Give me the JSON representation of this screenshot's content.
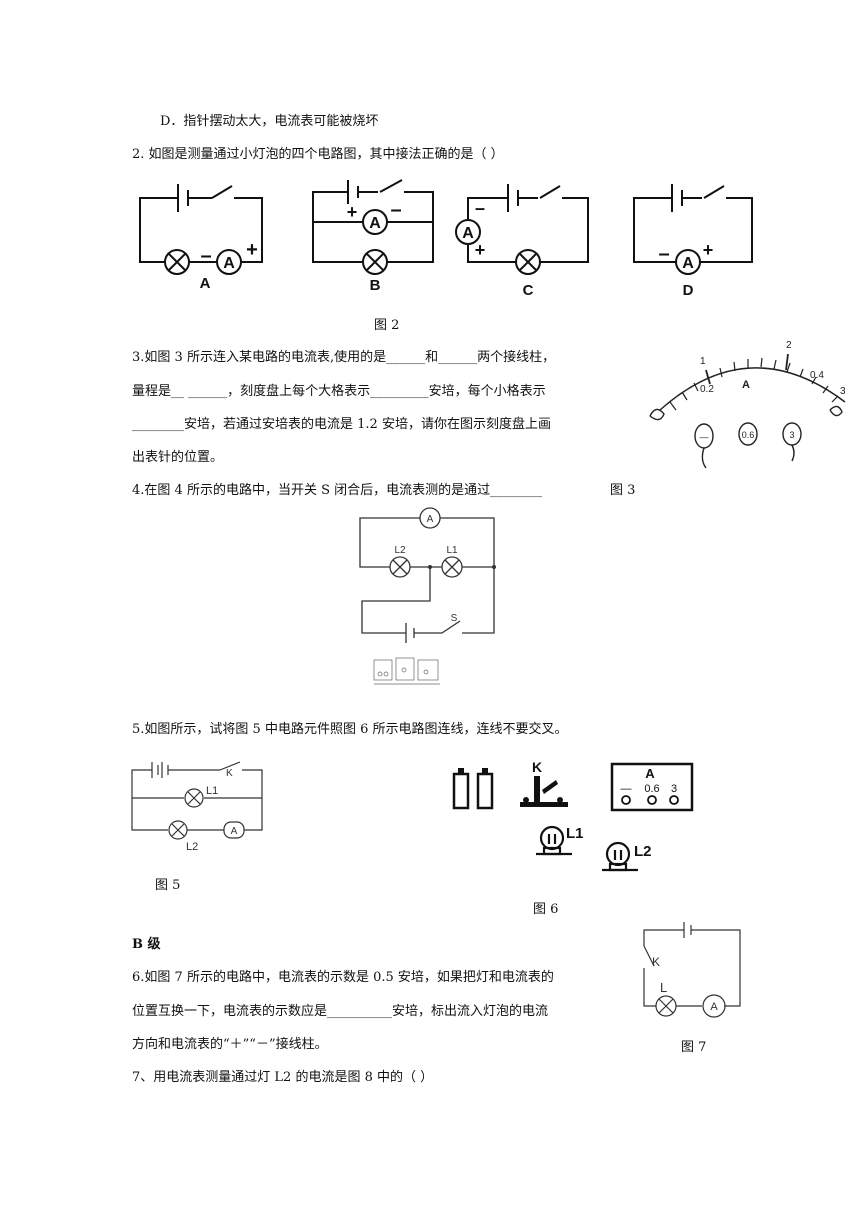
{
  "q1": {
    "option_d": "D．指针摆动太大，电流表可能被烧坏"
  },
  "q2": {
    "text": "2.  如图是测量通过小灯泡的四个电路图，其中接法正确的是（  ）",
    "labels": [
      "A",
      "B",
      "C",
      "D"
    ],
    "caption": "图 2"
  },
  "q3": {
    "line1": "3.如图 3 所示连入某电路的电流表,使用的是______和______两个接线柱，",
    "line2": "量程是__ ______，刻度盘上每个大格表示_________安培，每个小格表示",
    "line3": "________安培，若通过安培表的电流是 1.2 安培，请你在图示刻度盘上画",
    "line4": "出表针的位置。",
    "meter": {
      "unit": "A",
      "ticks": [
        "1",
        "2",
        "3"
      ],
      "minor_ticks": [
        "0.2",
        "0.4"
      ],
      "terminals": [
        "—",
        "0.6",
        "3"
      ]
    }
  },
  "q4": {
    "text": "4.在图 4 所示的电路中，当开关 S 闭合后，电流表测的是通过________",
    "fig3_caption": "图 3",
    "labels": {
      "ammeter": "A",
      "l2": "L2",
      "l1": "L1",
      "switch": "S"
    }
  },
  "q5": {
    "text": "5.如图所示，试将图 5 中电路元件照图 6 所示电路图连线，连线不要交叉。",
    "fig5_caption": "图 5",
    "fig6_caption": "图 6",
    "fig5_labels": {
      "switch": "K",
      "l1": "L1",
      "l2": "L2",
      "ammeter": "A"
    },
    "fig6_labels": {
      "switch": "K",
      "meter": "A",
      "terminals": [
        "—",
        "0.6",
        "3"
      ],
      "l1": "L1",
      "l2": "L2"
    }
  },
  "section_b": {
    "title": "B 级"
  },
  "q6": {
    "line1": "6.如图 7 所示的电路中，电流表的示数是 0.5 安培，如果把灯和电流表的",
    "line2": "位置互换一下，电流表的示数应是__________安培，标出流入灯泡的电流",
    "line3": "方向和电流表的“＋”“－”接线柱。",
    "fig7_caption": "图 7",
    "fig7_labels": {
      "switch": "K",
      "lamp": "L",
      "ammeter": "A"
    }
  },
  "q7": {
    "text": "7、用电流表测量通过灯 L2 的电流是图 8 中的（       ）"
  }
}
